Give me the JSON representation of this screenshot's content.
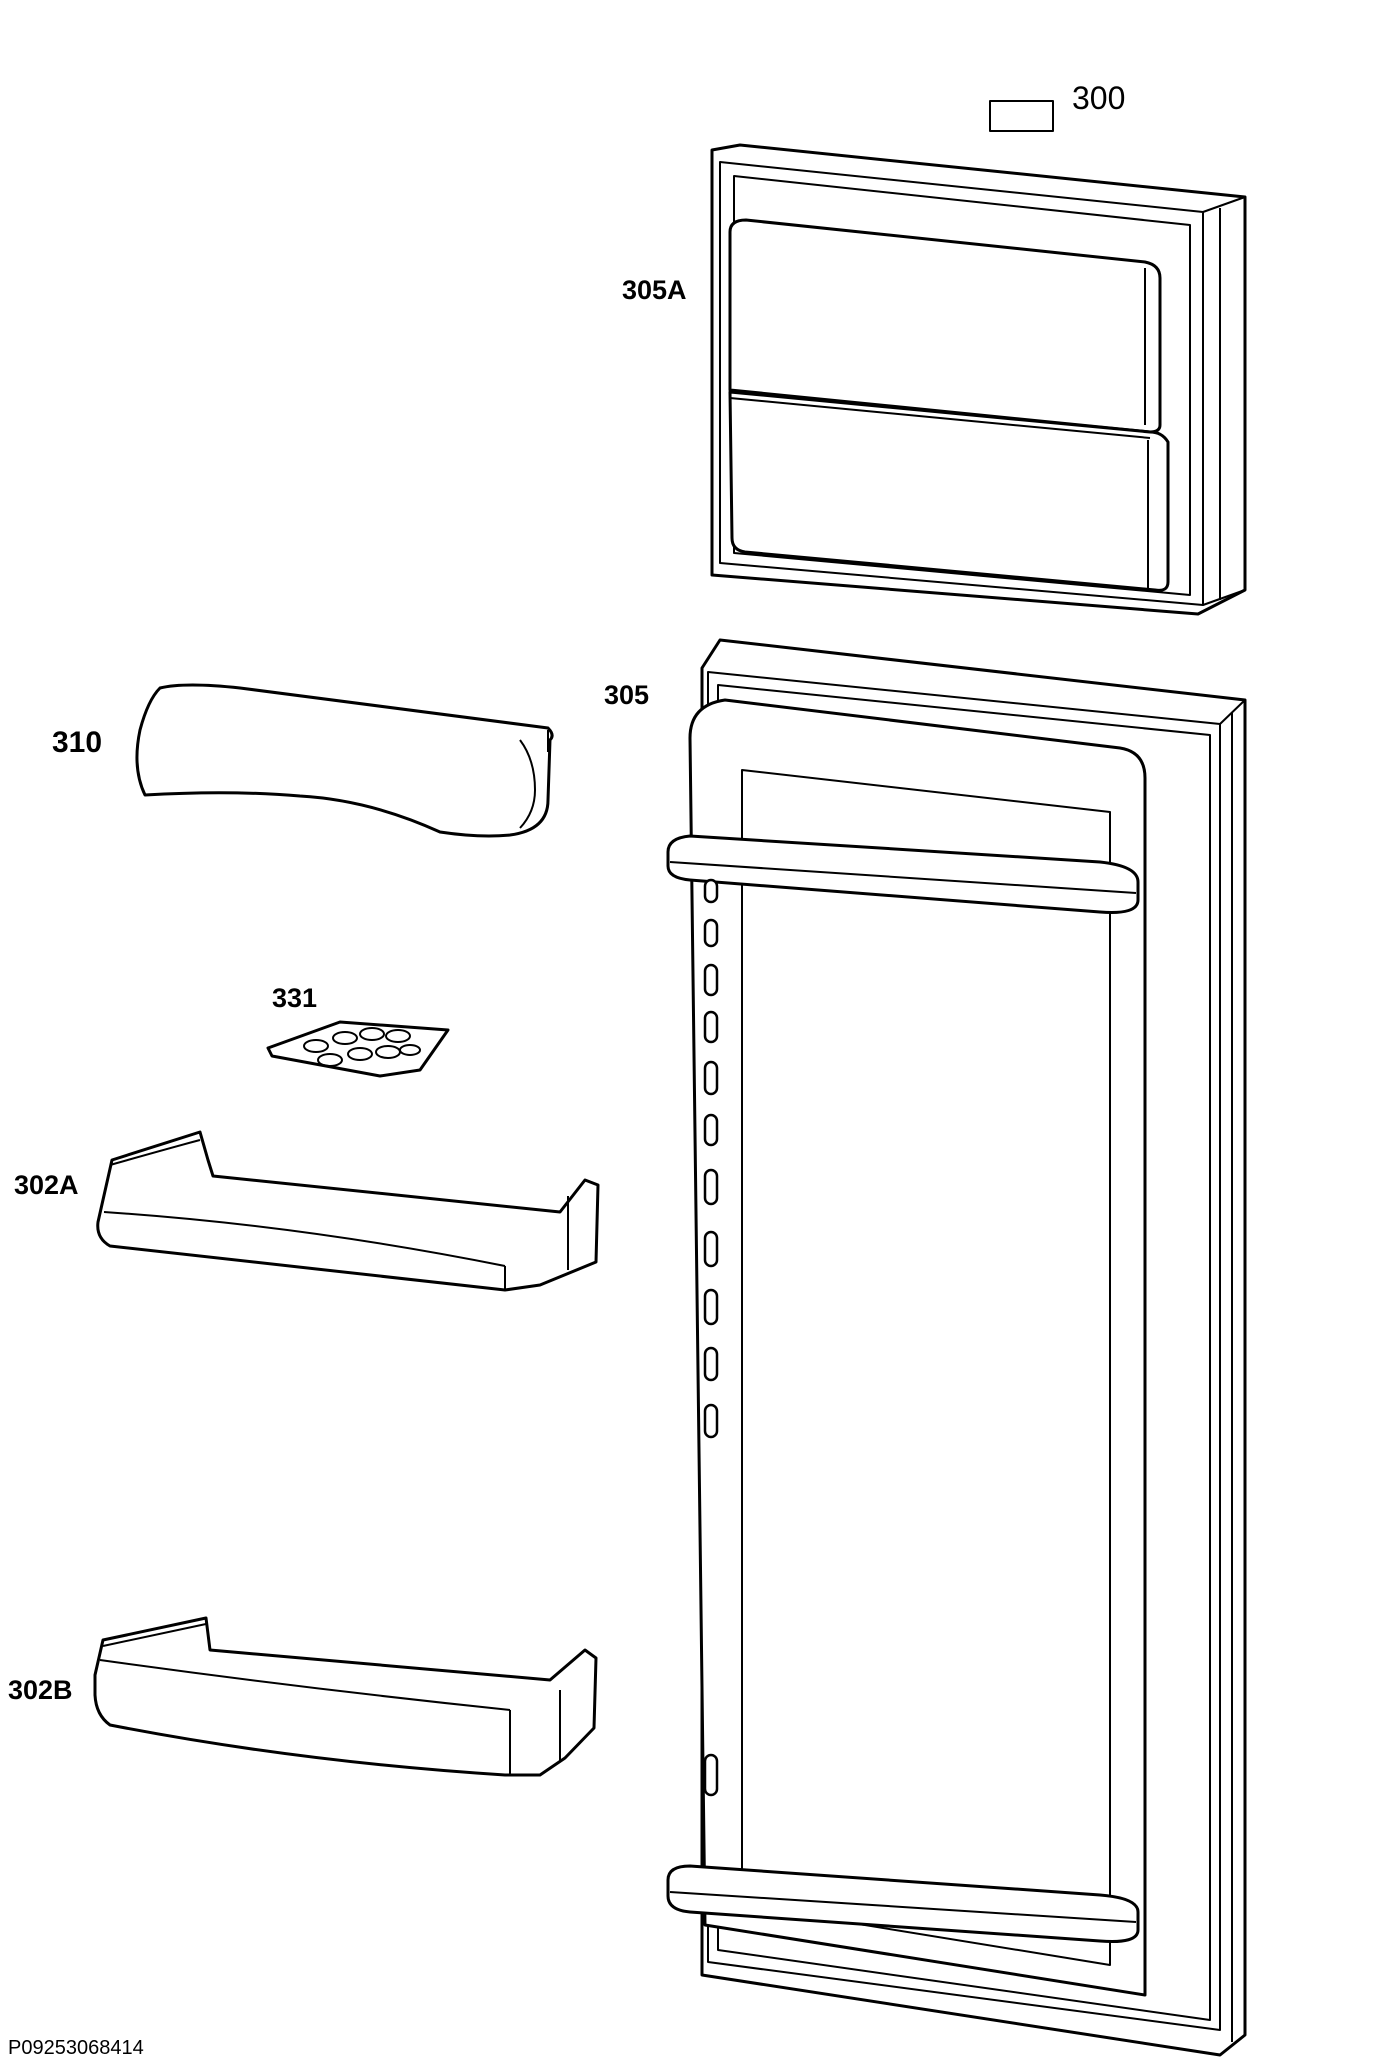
{
  "labels": {
    "p300": "300",
    "p305A": "305A",
    "p305": "305",
    "p310": "310",
    "p331": "331",
    "p302A": "302A",
    "p302B": "302B"
  },
  "drawing_code": "P09253068414"
}
